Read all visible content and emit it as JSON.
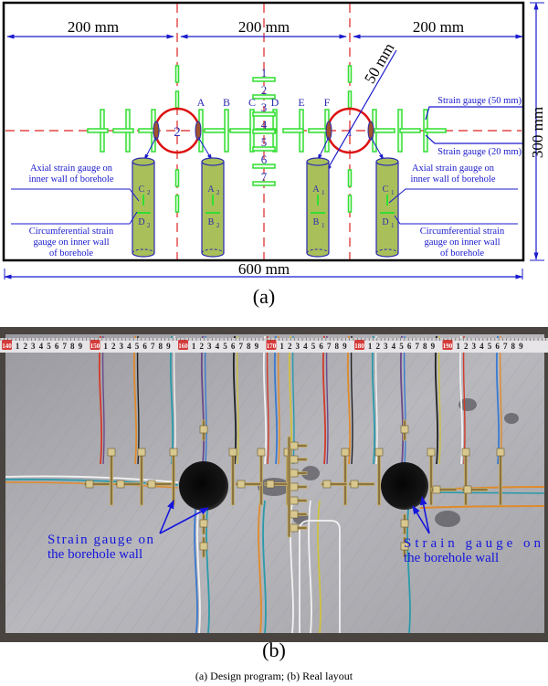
{
  "figure_a": {
    "panel_label": "(a)",
    "dim_top": [
      "200 mm",
      "200 mm",
      "200 mm"
    ],
    "dim_bottom": "600 mm",
    "dim_right": "300 mm",
    "dim_radius": "50 mm",
    "hole_labels": [
      "2",
      "1"
    ],
    "gauge_letters": [
      "A",
      "B",
      "C",
      "D",
      "E",
      "F"
    ],
    "gauge_numbers": [
      "1",
      "2",
      "3",
      "4",
      "5",
      "6",
      "7"
    ],
    "legend_50": "Strain gauge (50 mm)",
    "legend_20": "Strain gauge (20 mm)",
    "left_axial": [
      "Axial strain gauge on",
      "inner wall of borehole"
    ],
    "left_circ": [
      "Circumferential strain",
      "gauge on inner wall",
      "of borehole"
    ],
    "right_axial": [
      "Axial strain gauge on",
      "inner wall of borehole"
    ],
    "right_circ": [
      "Circumferential strain",
      "gauge on inner wall",
      "of borehole"
    ],
    "cylinders": [
      {
        "top": "C",
        "top_sub": "2",
        "bottom": "D",
        "bottom_sub": "2"
      },
      {
        "top": "A",
        "top_sub": "2",
        "bottom": "B",
        "bottom_sub": "2"
      },
      {
        "top": "A",
        "top_sub": "1",
        "bottom": "B",
        "bottom_sub": "1"
      },
      {
        "top": "C",
        "top_sub": "1",
        "bottom": "D",
        "bottom_sub": "1"
      }
    ],
    "colors": {
      "dimension": "#1a1acc",
      "centerline": "#dd2222",
      "gauge": "#33dd33",
      "cylinder": "#a9c05a",
      "hole": "#dd1111"
    }
  },
  "figure_b": {
    "panel_label": "(b)",
    "ruler_marks": [
      "140",
      "150",
      "160",
      "170",
      "180",
      "190"
    ],
    "annotation_left": [
      "Strain gauge on",
      "the borehole wall"
    ],
    "annotation_right": [
      "Strain gauge on",
      "the borehole wall"
    ]
  },
  "caption": "(a)   Design  program; (b) Real layout"
}
